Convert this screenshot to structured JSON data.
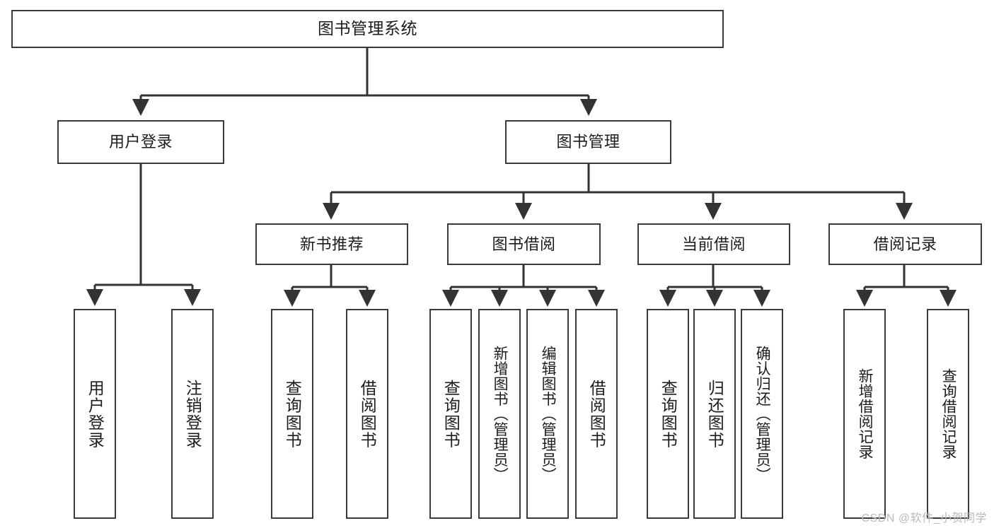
{
  "diagram": {
    "title": "图书管理系统",
    "type": "hierarchy-tree",
    "watermark": "CSDN @软件_小贺同学",
    "colors": {
      "box_border": "#3a3a3a",
      "box_fill": "#ffffff",
      "edge": "#333333",
      "text": "#1c1c1c",
      "watermark": "#b9b9b9",
      "background": "#ffffff"
    },
    "root": {
      "label": "图书管理系统"
    },
    "level2": [
      {
        "label": "用户登录"
      },
      {
        "label": "图书管理"
      }
    ],
    "level3": [
      {
        "label": "新书推荐"
      },
      {
        "label": "图书借阅"
      },
      {
        "label": "当前借阅"
      },
      {
        "label": "借阅记录"
      }
    ],
    "leaves": {
      "user_login": [
        {
          "label": "用户登录"
        },
        {
          "label": "注销登录"
        }
      ],
      "new_book": [
        {
          "label": "查询图书"
        },
        {
          "label": "借阅图书"
        }
      ],
      "book_borrow": [
        {
          "label": "查询图书"
        },
        {
          "label": "新增图书（管理员）"
        },
        {
          "label": "编辑图书（管理员）"
        },
        {
          "label": "借阅图书"
        }
      ],
      "current_borrow": [
        {
          "label": "查询图书"
        },
        {
          "label": "归还图书"
        },
        {
          "label": "确认归还（管理员）"
        }
      ],
      "borrow_record": [
        {
          "label": "新增借阅记录"
        },
        {
          "label": "查询借阅记录"
        }
      ]
    }
  }
}
